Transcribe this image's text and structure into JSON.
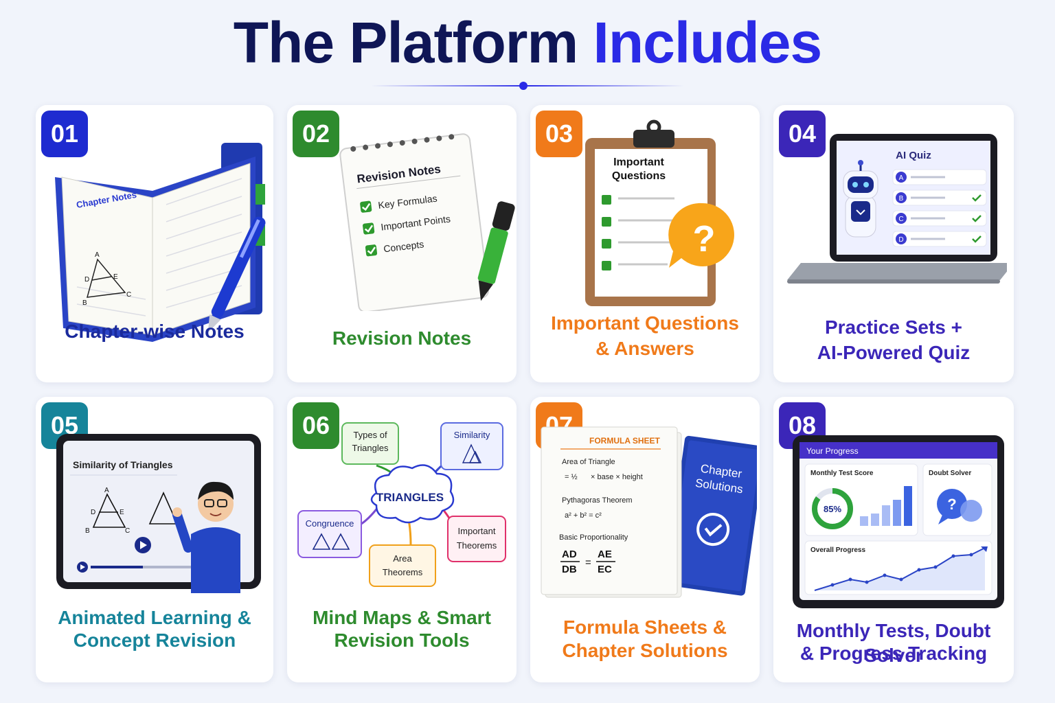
{
  "header": {
    "title_part1": "The Platform ",
    "title_part2": "Includes"
  },
  "colors": {
    "navy": "#0f1656",
    "accent": "#2a2ae6"
  },
  "cards": [
    {
      "number": "01",
      "title": "Chapter-wise Notes",
      "color": "#1a2a9c",
      "illus": {
        "label": "Chapter Notes",
        "vertices": [
          "A",
          "D",
          "E",
          "B",
          "C"
        ]
      }
    },
    {
      "number": "02",
      "title": "Revision Notes",
      "color": "#2e8b2e",
      "illus": {
        "heading": "Revision Notes",
        "items": [
          "Key Formulas",
          "Important Points",
          "Concepts"
        ]
      }
    },
    {
      "number": "03",
      "title_line1": "Important Questions",
      "title_line2": "& Answers",
      "color": "#f07a1a",
      "illus": {
        "heading_line1": "Important",
        "heading_line2": "Questions",
        "bubble": "?"
      }
    },
    {
      "number": "04",
      "title_line1": "Practice Sets +",
      "title_line2": "AI-Powered Quiz",
      "color": "#3b26b8",
      "illus": {
        "heading": "AI Quiz",
        "options": [
          "A",
          "B",
          "C",
          "D"
        ]
      }
    },
    {
      "number": "05",
      "title_line1": "Animated Learning &",
      "title_line2": "Concept Revision",
      "color": "#16849a",
      "illus": {
        "heading": "Similarity of Triangles",
        "vertices": [
          "A",
          "D",
          "E",
          "B",
          "C"
        ]
      }
    },
    {
      "number": "06",
      "title_line1": "Mind Maps & Smart",
      "title_line2": "Revision Tools",
      "color": "#2e8b2e",
      "illus": {
        "center": "TRIANGLES",
        "nodes": [
          "Types of",
          "Triangles",
          "Similarity",
          "Congruence",
          "Important",
          "Theorems",
          "Area",
          "Theorems"
        ]
      }
    },
    {
      "number": "07",
      "title_line1": "Formula Sheets &",
      "title_line2": "Chapter Solutions",
      "color": "#f07a1a",
      "illus": {
        "sheet_title": "FORMULA SHEET",
        "f1": "Area of Triangle",
        "f1b": "× base × height",
        "f2": "Pythagoras Theorem",
        "f3": "Basic Proportionality",
        "book_line1": "Chapter",
        "book_line2": "Solutions"
      }
    },
    {
      "number": "08",
      "title_line1": "Monthly Tests, Doubt Solver",
      "title_line2": "& Progress Tracking",
      "color": "#3b26b8",
      "illus": {
        "heading": "Your Progress",
        "test_label": "Monthly Test Score",
        "score": "85%",
        "doubt_label": "Doubt Solver",
        "overall_label": "Overall Progress"
      }
    }
  ]
}
